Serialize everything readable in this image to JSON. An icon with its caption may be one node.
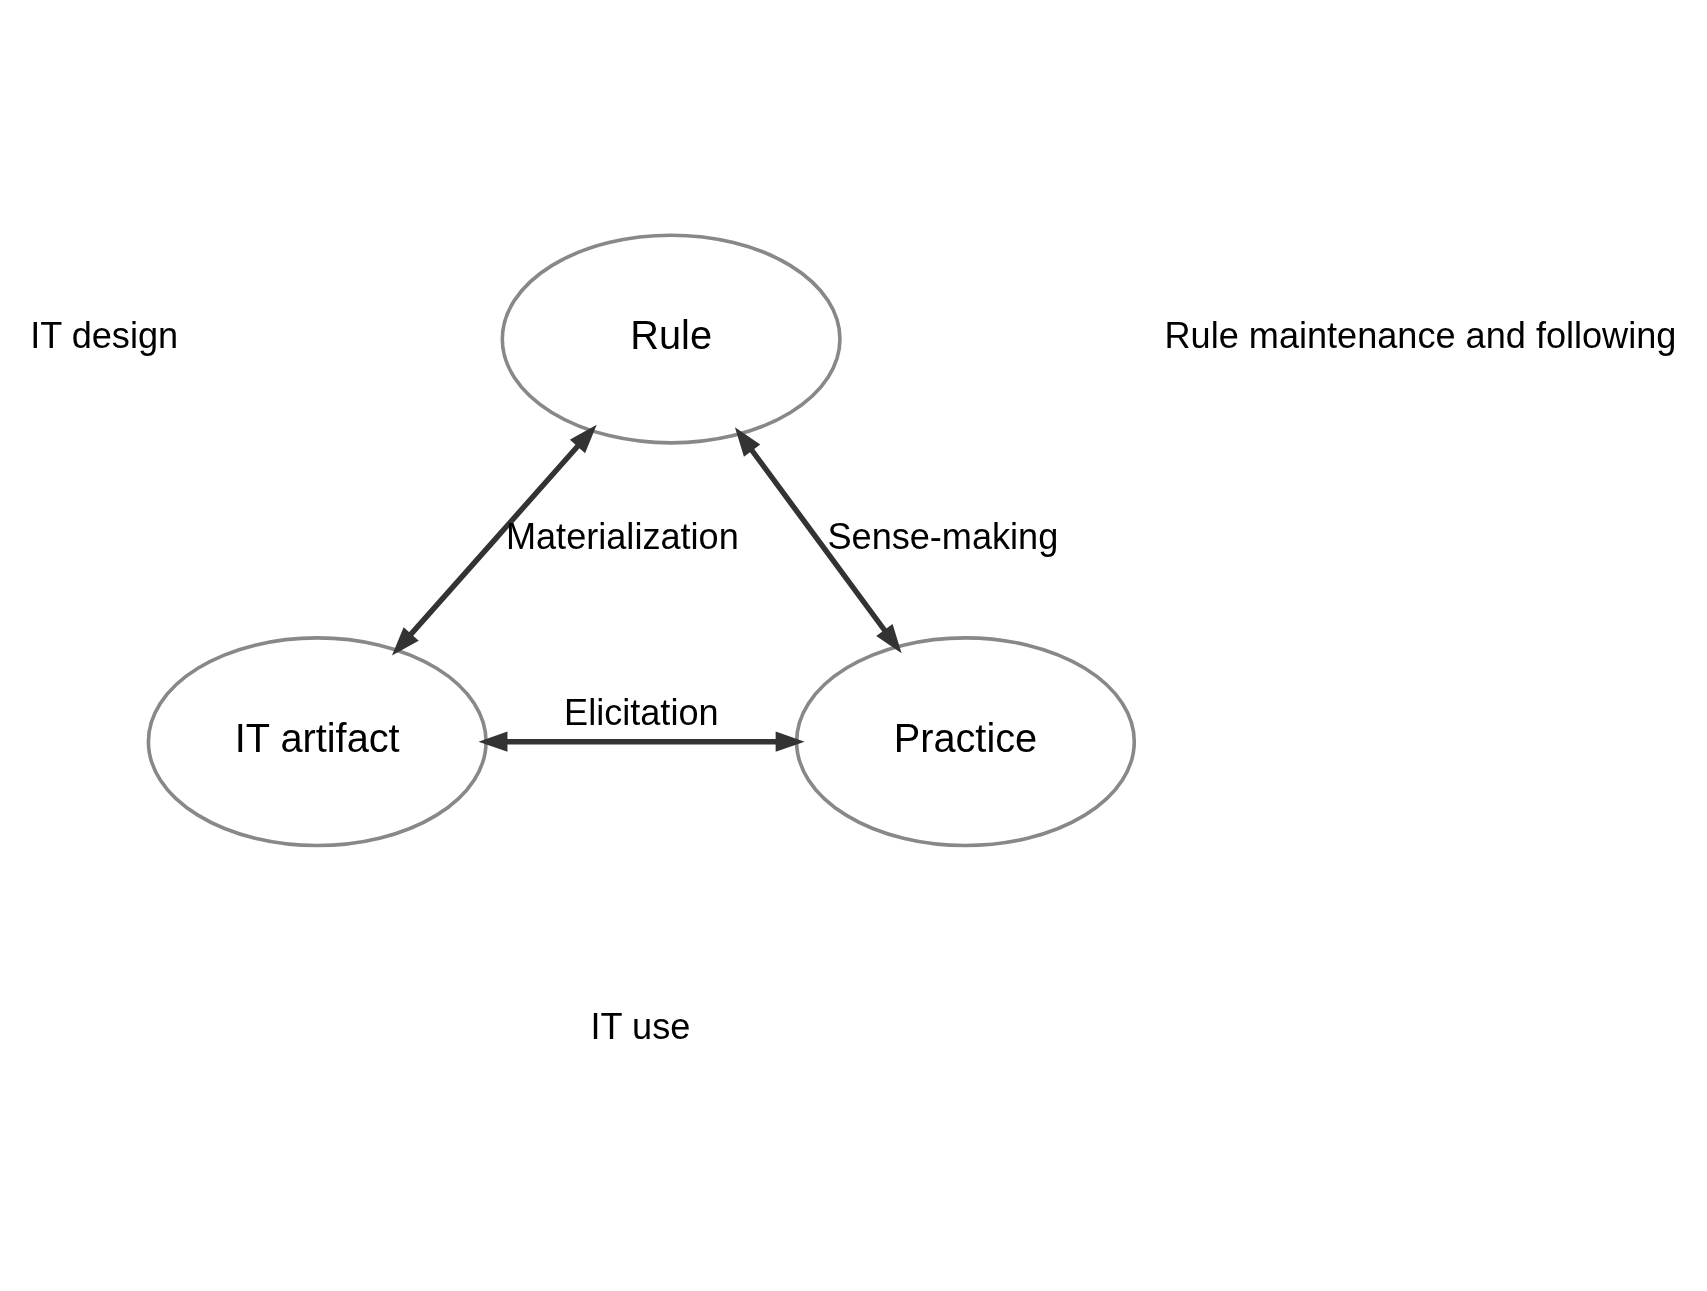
{
  "diagram": {
    "nodes": [
      {
        "text": [
          "Rule"
        ]
      },
      {
        "text": [
          "IT artifact"
        ]
      },
      {
        "text": [
          "Practice"
        ]
      }
    ],
    "edges": [
      {
        "from": 0,
        "to": 1,
        "arrow": "both",
        "label": "Materialization"
      },
      {
        "from": 0,
        "to": 2,
        "arrow": "both",
        "label": "Sense-making"
      },
      {
        "from": 1,
        "to": 2,
        "arrow": "both",
        "label": "Elicitation"
      }
    ],
    "labels": [
      "IT design",
      "Rule maintenance and following",
      "IT use"
    ]
  }
}
